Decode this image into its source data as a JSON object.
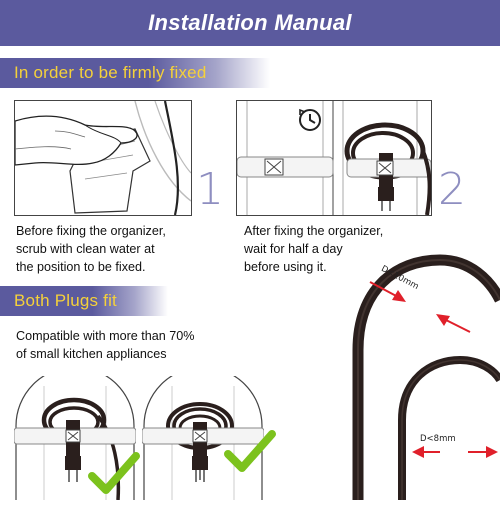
{
  "header": {
    "title": "Installation Manual"
  },
  "sections": {
    "fix": {
      "title": "In order to be firmly fixed"
    },
    "plugs": {
      "title": "Both Plugs fit"
    }
  },
  "steps": [
    {
      "number": "1",
      "caption_line1": "Before fixing the organizer,",
      "caption_line2": "scrub with clean water at",
      "caption_line3": "the position to be fixed."
    },
    {
      "number": "2",
      "caption_line1": "After fixing the organizer,",
      "caption_line2": "wait for half a day",
      "caption_line3": "before using it."
    }
  ],
  "compat": {
    "line1": "Compatible with more than 70%",
    "line2": "of small kitchen appliances"
  },
  "measurements": {
    "top": "D<10mm",
    "bottom": "D<8mm"
  },
  "colors": {
    "accent": "#5b5a9e",
    "highlight": "#f5d13a",
    "check": "#7cc21d",
    "arrow": "#e0202a",
    "cord": "#2a1f1d"
  },
  "icons": [
    "hand-cloth-icon",
    "clock-icon",
    "check-icon",
    "arrow-icon"
  ]
}
